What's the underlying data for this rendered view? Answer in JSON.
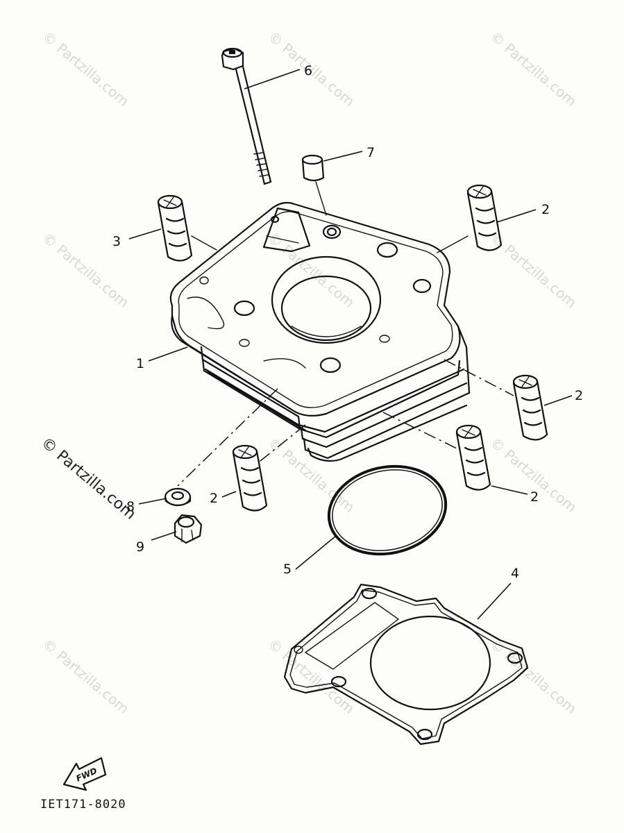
{
  "callouts": {
    "c1": "1",
    "c2a": "2",
    "c2b": "2",
    "c2c": "2",
    "c2d": "2",
    "c3": "3",
    "c4": "4",
    "c5": "5",
    "c6": "6",
    "c7": "7",
    "c8": "8",
    "c9": "9"
  },
  "part_code": "IET171-8020",
  "fwd_label": "FWD",
  "watermark": {
    "text": "© Partzilla.com"
  }
}
